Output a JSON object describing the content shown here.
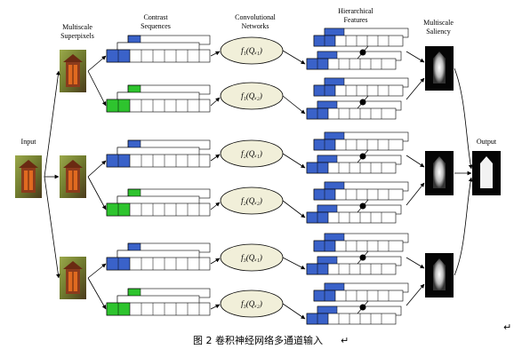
{
  "labels": {
    "input": "Input",
    "multiscale_superpixels": [
      "Multiscale",
      "Superpixels"
    ],
    "contrast_sequences": [
      "Contrast",
      "Sequences"
    ],
    "convolutional_networks": [
      "Convolutional",
      "Networks"
    ],
    "hierarchical_features": [
      "Hierarchical",
      "Features"
    ],
    "multiscale_saliency": [
      "Multiscale",
      "Saliency"
    ],
    "output": "Output"
  },
  "functions": [
    "f₁(Qₓ₁)",
    "f₁(Qₓ₂)",
    "f₂(Qₓ₁)",
    "f₂(Qₓ₂)",
    "f₃(Qₓ₁)",
    "f₃(Qₓ₂)"
  ],
  "caption": "图 2  卷积神经网络多通道输入",
  "edit_marks": [
    "↵",
    "↵"
  ],
  "colors": {
    "blue_cell": "#3a62c9",
    "green_cell": "#2ec42e",
    "oval_fill": "#f1efd9",
    "lantern_wood": "#8b3b1c",
    "lantern_glow": "#e06a20"
  }
}
